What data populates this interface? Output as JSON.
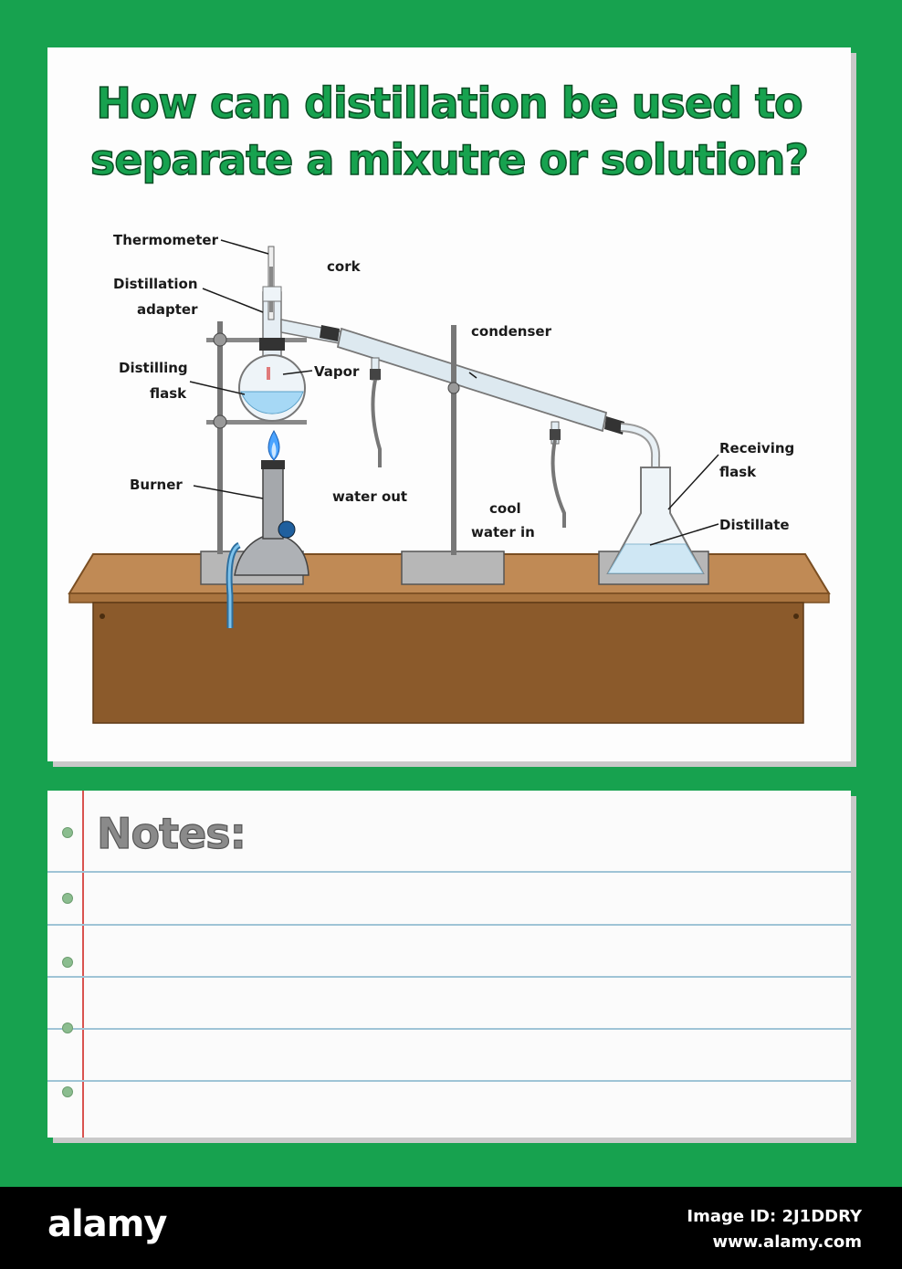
{
  "title": {
    "line1": "How can distillation be used to",
    "line2": "separate a mixutre or solution?"
  },
  "labels": {
    "thermometer": "Thermometer",
    "cork": "cork",
    "distillation_adapter_1": "Distillation",
    "distillation_adapter_2": "adapter",
    "condenser": "condenser",
    "distilling_flask_1": "Distilling",
    "distilling_flask_2": "flask",
    "vapor": "Vapor",
    "burner": "Burner",
    "water_out": "water out",
    "cool_water_1": "cool",
    "cool_water_2": "water in",
    "receiving_flask_1": "Receiving",
    "receiving_flask_2": "flask",
    "distillate": "Distillate"
  },
  "notes": {
    "title": "Notes:"
  },
  "footer": {
    "brand": "alamy",
    "image_id": "Image ID: 2J1DDRY",
    "url": "www.alamy.com"
  },
  "colors": {
    "background": "#17a24f",
    "title": "#17a24f",
    "table": "#b8844f",
    "table_body": "#8a5a2b"
  }
}
